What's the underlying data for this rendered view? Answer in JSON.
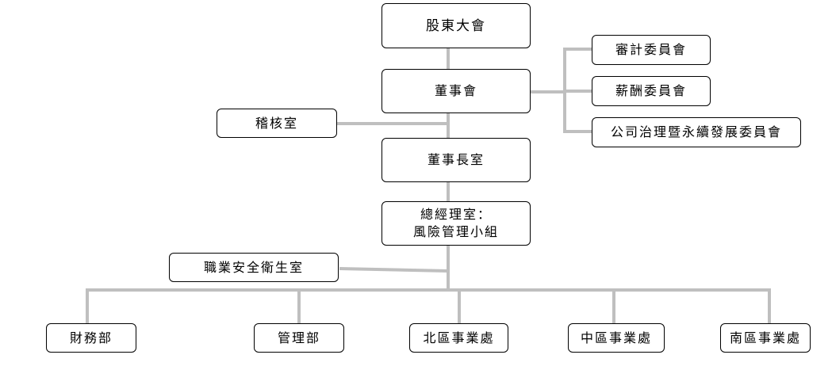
{
  "nodes": {
    "shareholders": "股東大會",
    "board": "董事會",
    "audit_committee": "審計委員會",
    "remuneration_committee": "薪酬委員會",
    "governance_committee": "公司治理暨永續發展委員會",
    "internal_audit": "稽核室",
    "chairman_office": "董事長室",
    "gm_office_line1": "總經理室：",
    "gm_office_line2": "風險管理小組",
    "safety_office": "職業安全衛生室",
    "finance": "財務部",
    "management": "管理部",
    "north_division": "北區事業處",
    "central_division": "中區事業處",
    "south_division": "南區事業處"
  },
  "colors": {
    "connector": "#bfbfbf",
    "box_border": "#000000",
    "box_fill": "#ffffff"
  }
}
